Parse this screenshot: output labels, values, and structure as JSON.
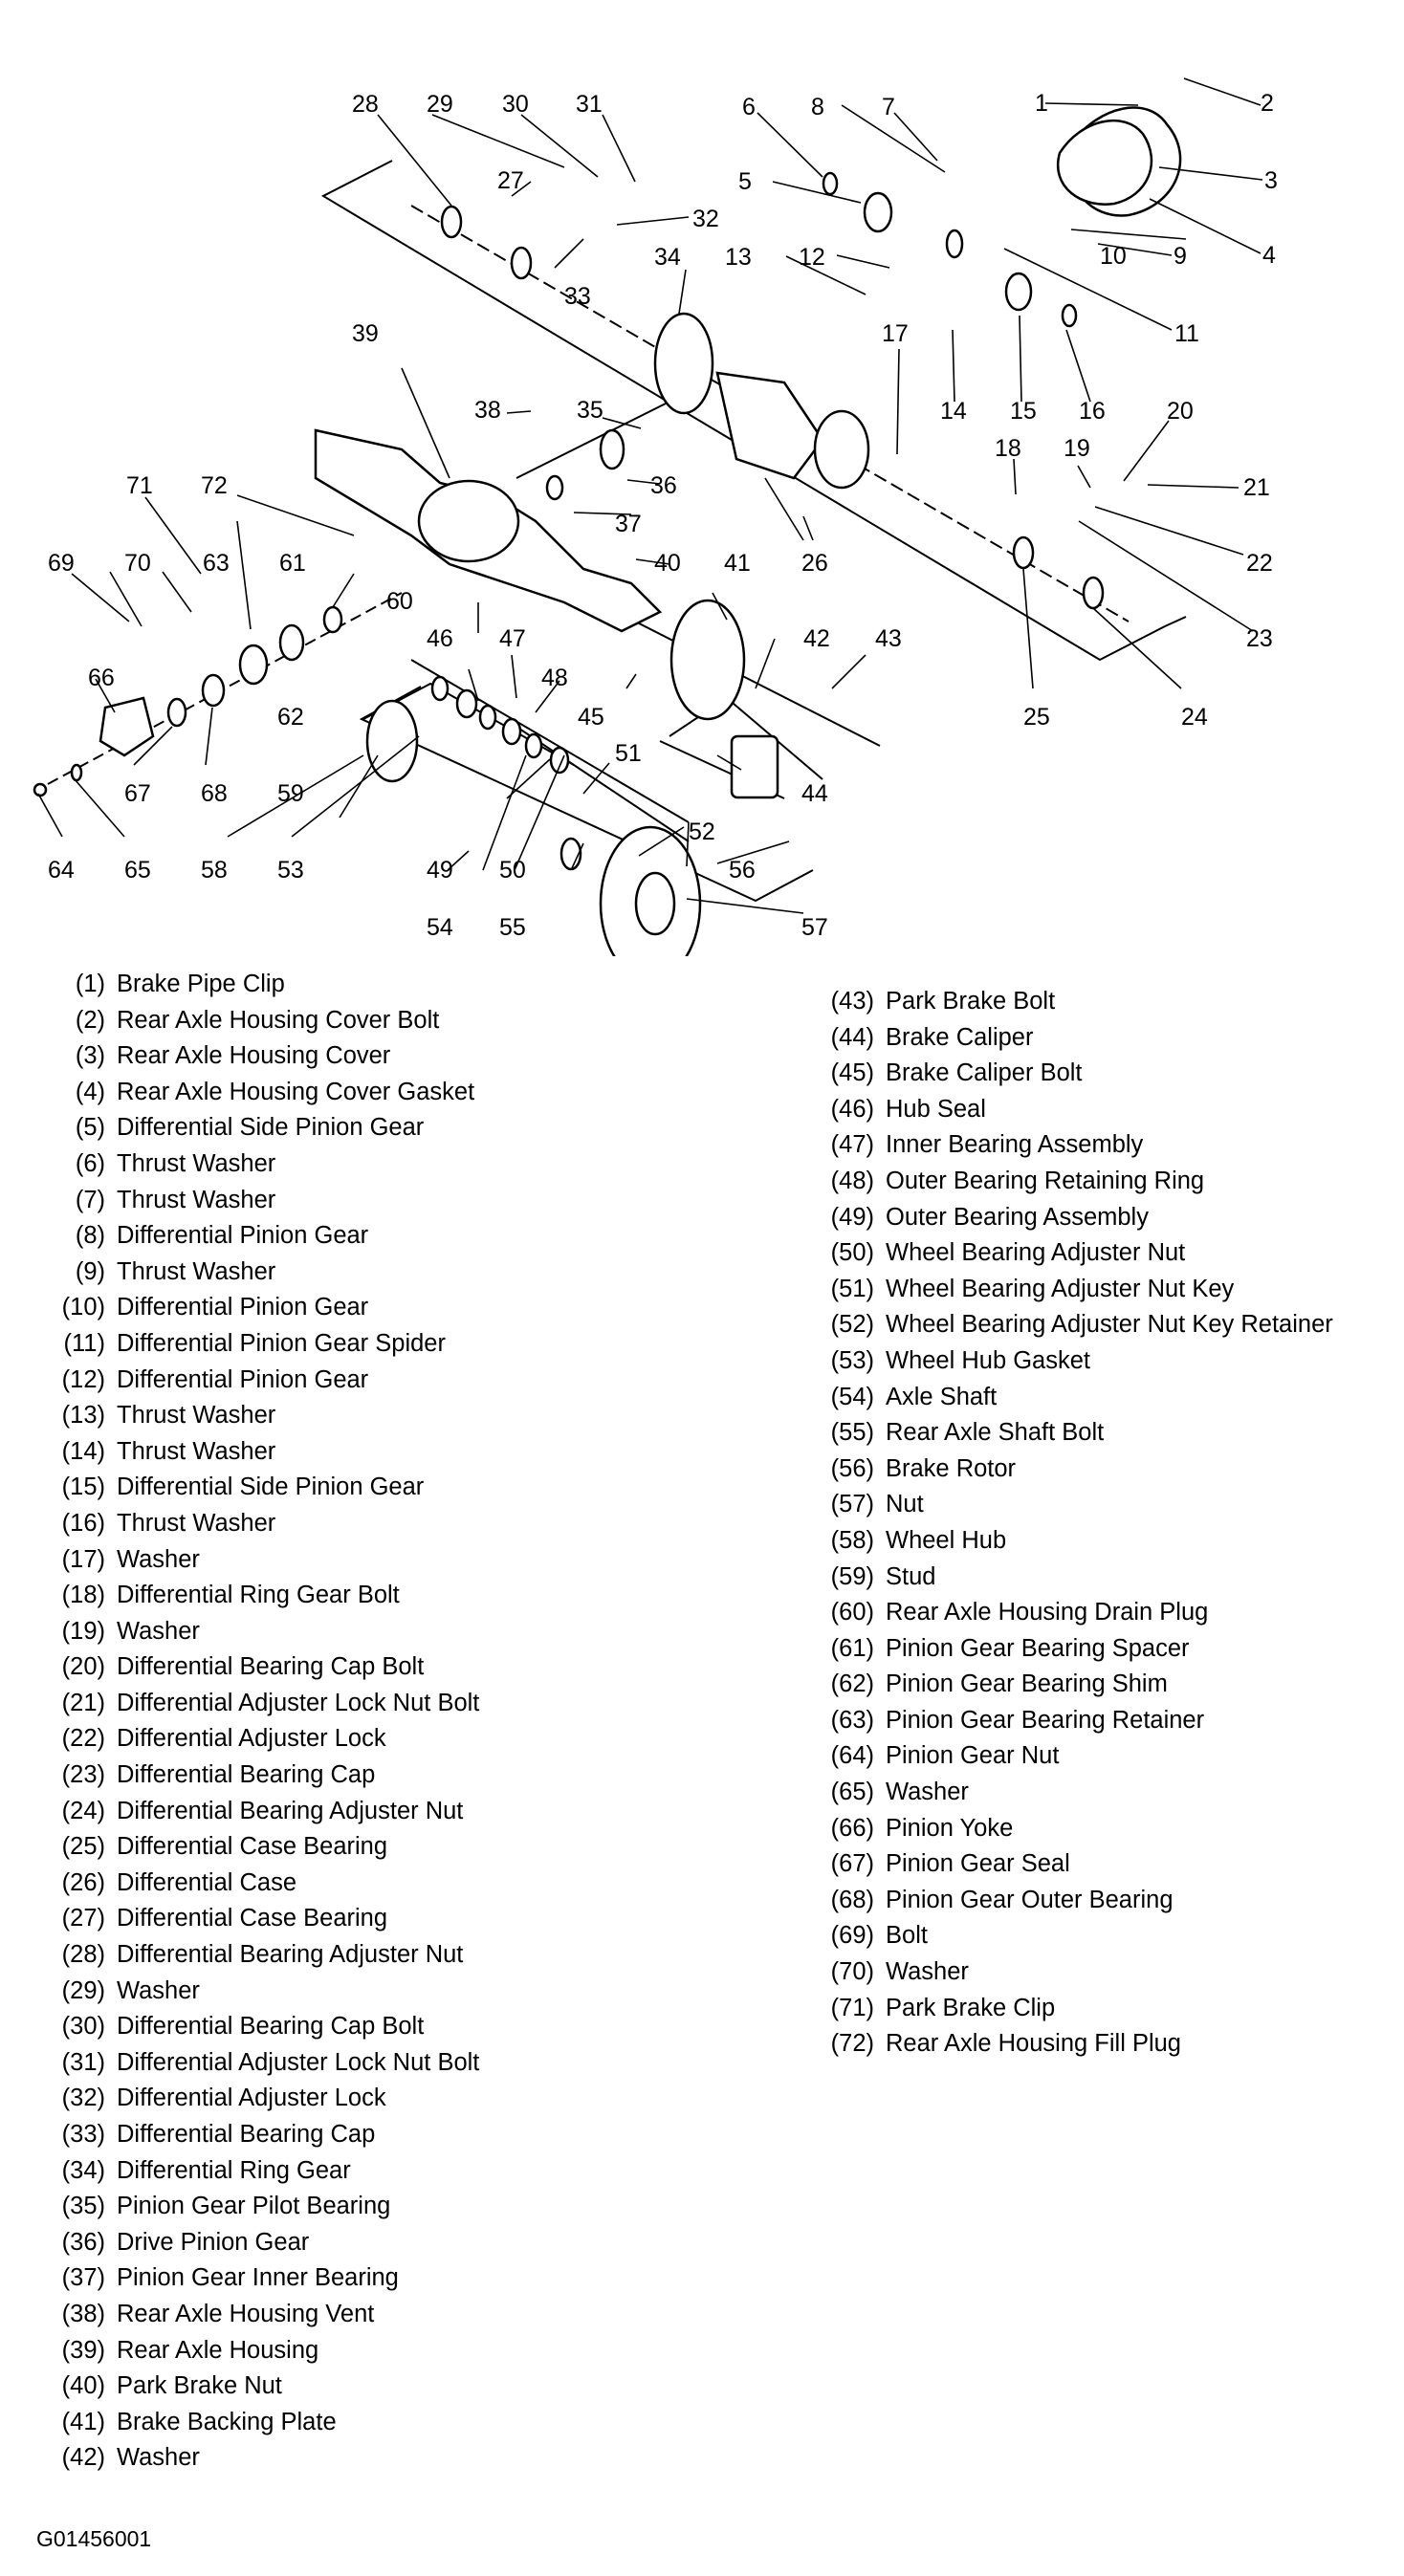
{
  "callouts": [
    "1",
    "2",
    "3",
    "4",
    "5",
    "6",
    "7",
    "8",
    "9",
    "10",
    "11",
    "12",
    "13",
    "14",
    "15",
    "16",
    "17",
    "18",
    "19",
    "20",
    "21",
    "22",
    "23",
    "24",
    "25",
    "26",
    "27",
    "28",
    "29",
    "30",
    "31",
    "32",
    "33",
    "34",
    "35",
    "36",
    "37",
    "38",
    "39",
    "40",
    "41",
    "42",
    "43",
    "44",
    "45",
    "46",
    "47",
    "48",
    "49",
    "50",
    "51",
    "52",
    "53",
    "54",
    "55",
    "56",
    "57",
    "58",
    "59",
    "60",
    "61",
    "62",
    "63",
    "64",
    "65",
    "66",
    "67",
    "68",
    "69",
    "70",
    "71",
    "72"
  ],
  "legend_left": [
    {
      "num": "(1)",
      "label": "Brake Pipe Clip"
    },
    {
      "num": "(2)",
      "label": "Rear Axle Housing Cover Bolt"
    },
    {
      "num": "(3)",
      "label": "Rear Axle Housing Cover"
    },
    {
      "num": "(4)",
      "label": "Rear Axle Housing Cover Gasket"
    },
    {
      "num": "(5)",
      "label": "Differential Side Pinion Gear"
    },
    {
      "num": "(6)",
      "label": "Thrust Washer"
    },
    {
      "num": "(7)",
      "label": "Thrust Washer"
    },
    {
      "num": "(8)",
      "label": "Differential Pinion Gear"
    },
    {
      "num": "(9)",
      "label": "Thrust Washer"
    },
    {
      "num": "(10)",
      "label": "Differential Pinion Gear"
    },
    {
      "num": "(11)",
      "label": "Differential Pinion Gear Spider"
    },
    {
      "num": "(12)",
      "label": "Differential Pinion Gear"
    },
    {
      "num": "(13)",
      "label": "Thrust Washer"
    },
    {
      "num": "(14)",
      "label": "Thrust Washer"
    },
    {
      "num": "(15)",
      "label": "Differential Side Pinion Gear"
    },
    {
      "num": "(16)",
      "label": "Thrust Washer"
    },
    {
      "num": "(17)",
      "label": "Washer"
    },
    {
      "num": "(18)",
      "label": "Differential Ring Gear Bolt"
    },
    {
      "num": "(19)",
      "label": "Washer"
    },
    {
      "num": "(20)",
      "label": "Differential Bearing Cap Bolt"
    },
    {
      "num": "(21)",
      "label": "Differential Adjuster Lock Nut Bolt"
    },
    {
      "num": "(22)",
      "label": "Differential Adjuster Lock"
    },
    {
      "num": "(23)",
      "label": "Differential Bearing Cap"
    },
    {
      "num": "(24)",
      "label": "Differential Bearing Adjuster Nut"
    },
    {
      "num": "(25)",
      "label": "Differential Case Bearing"
    },
    {
      "num": "(26)",
      "label": "Differential Case"
    },
    {
      "num": "(27)",
      "label": "Differential Case Bearing"
    },
    {
      "num": "(28)",
      "label": "Differential Bearing Adjuster Nut"
    },
    {
      "num": "(29)",
      "label": "Washer"
    },
    {
      "num": "(30)",
      "label": "Differential Bearing Cap Bolt"
    },
    {
      "num": "(31)",
      "label": "Differential Adjuster Lock Nut Bolt"
    },
    {
      "num": "(32)",
      "label": "Differential Adjuster Lock"
    },
    {
      "num": "(33)",
      "label": "Differential Bearing Cap"
    },
    {
      "num": "(34)",
      "label": "Differential Ring Gear"
    },
    {
      "num": "(35)",
      "label": "Pinion Gear Pilot Bearing"
    },
    {
      "num": "(36)",
      "label": "Drive Pinion Gear"
    },
    {
      "num": "(37)",
      "label": "Pinion Gear Inner Bearing"
    },
    {
      "num": "(38)",
      "label": "Rear Axle Housing Vent"
    },
    {
      "num": "(39)",
      "label": "Rear Axle Housing"
    },
    {
      "num": "(40)",
      "label": "Park Brake Nut"
    },
    {
      "num": "(41)",
      "label": "Brake Backing Plate"
    },
    {
      "num": "(42)",
      "label": "Washer"
    }
  ],
  "legend_right": [
    {
      "num": "(43)",
      "label": "Park Brake Bolt"
    },
    {
      "num": "(44)",
      "label": "Brake Caliper"
    },
    {
      "num": "(45)",
      "label": "Brake Caliper Bolt"
    },
    {
      "num": "(46)",
      "label": "Hub Seal"
    },
    {
      "num": "(47)",
      "label": "Inner Bearing Assembly"
    },
    {
      "num": "(48)",
      "label": "Outer Bearing Retaining Ring"
    },
    {
      "num": "(49)",
      "label": "Outer Bearing Assembly"
    },
    {
      "num": "(50)",
      "label": "Wheel Bearing Adjuster Nut"
    },
    {
      "num": "(51)",
      "label": "Wheel Bearing Adjuster Nut Key"
    },
    {
      "num": "(52)",
      "label": "Wheel Bearing Adjuster Nut Key Retainer"
    },
    {
      "num": "(53)",
      "label": "Wheel Hub Gasket"
    },
    {
      "num": "(54)",
      "label": "Axle Shaft"
    },
    {
      "num": "(55)",
      "label": "Rear Axle Shaft Bolt"
    },
    {
      "num": "(56)",
      "label": "Brake Rotor"
    },
    {
      "num": "(57)",
      "label": "Nut"
    },
    {
      "num": "(58)",
      "label": "Wheel Hub"
    },
    {
      "num": "(59)",
      "label": "Stud"
    },
    {
      "num": "(60)",
      "label": "Rear Axle Housing Drain Plug"
    },
    {
      "num": "(61)",
      "label": "Pinion Gear Bearing Spacer"
    },
    {
      "num": "(62)",
      "label": "Pinion Gear Bearing Shim"
    },
    {
      "num": "(63)",
      "label": "Pinion Gear Bearing Retainer"
    },
    {
      "num": "(64)",
      "label": "Pinion Gear Nut"
    },
    {
      "num": "(65)",
      "label": "Washer"
    },
    {
      "num": "(66)",
      "label": "Pinion Yoke"
    },
    {
      "num": "(67)",
      "label": "Pinion Gear Seal"
    },
    {
      "num": "(68)",
      "label": "Pinion Gear Outer Bearing"
    },
    {
      "num": "(69)",
      "label": "Bolt"
    },
    {
      "num": "(70)",
      "label": "Washer"
    },
    {
      "num": "(71)",
      "label": "Park Brake Clip"
    },
    {
      "num": "(72)",
      "label": "Rear Axle Housing Fill Plug"
    }
  ],
  "figure_id": "G01456001"
}
